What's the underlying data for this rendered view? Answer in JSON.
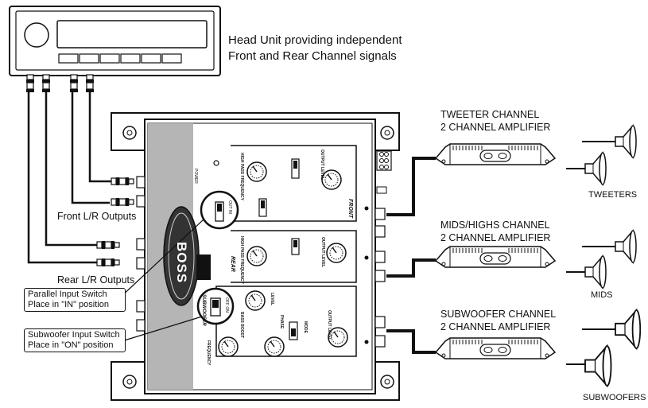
{
  "head_unit": {
    "caption_line1": "Head Unit providing independent",
    "caption_line2": "Front and Rear Channel signals"
  },
  "crossover": {
    "brand": "BOSS",
    "power_label": "POWER",
    "front_section": "FRONT",
    "rear_section": "REAR",
    "sub_section": "SUBWOOFER",
    "high_pass_label": "HIGH PASS FREQUENCY",
    "output_level_label": "OUTPUT LEVEL",
    "bass_boost_label": "BASS BOOST",
    "phase_label": "PHASE",
    "mode_label": "MODE",
    "level_label": "LEVEL",
    "frequency_label": "FREQUENCY",
    "parallel_switch_label": "OUT  IN",
    "sub_switch_label": "OFF  ON"
  },
  "labels": {
    "front_outputs": "Front L/R Outputs",
    "rear_outputs": "Rear L/R Outputs",
    "parallel_switch_line1": "Parallel Input Switch",
    "parallel_switch_line2": "Place in \"IN\" position",
    "sub_switch_line1": "Subwoofer  Input Switch",
    "sub_switch_line2": "Place in \"ON\" position"
  },
  "amplifiers": {
    "tweeter_line1": "TWEETER CHANNEL",
    "tweeter_line2": "2 CHANNEL AMPLIFIER",
    "mids_line1": "MIDS/HIGHS CHANNEL",
    "mids_line2": "2 CHANNEL AMPLIFIER",
    "sub_line1": "SUBWOOFER CHANNEL",
    "sub_line2": "2 CHANNEL AMPLIFIER"
  },
  "speakers": {
    "tweeters": "TWEETERS",
    "mids": "MIDS",
    "subwoofers": "SUBWOOFERS"
  },
  "colors": {
    "line": "#111111",
    "panel_gray": "#b5b5b5",
    "logo_bg": "#3a3a3a"
  }
}
